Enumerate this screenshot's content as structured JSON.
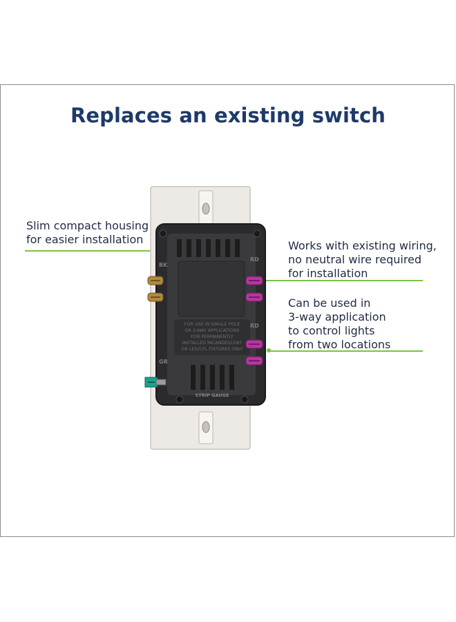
{
  "colors": {
    "title": "#1f3a68",
    "callout_text": "#1f2a44",
    "leader_line": "#7bc243",
    "frame_border": "#8a8a8a",
    "background": "#ffffff"
  },
  "title": "Replaces an existing switch",
  "callouts": [
    {
      "lines": [
        "Slim compact housing",
        "for easier installation"
      ]
    },
    {
      "lines": [
        "Works with existing wiring,",
        "no neutral wire required",
        "for installation"
      ]
    },
    {
      "lines": [
        "Can be used in",
        "3-way application",
        "to control lights",
        "from two locations"
      ]
    }
  ],
  "device_labels": {
    "strip_gauge": "STRIP GAUGE",
    "black_terminal": "BK",
    "red_terminal_top": "RD",
    "red_terminal_bottom": "RD",
    "ground_terminal": "GR",
    "warning_line1": "FOR USE IN SINGLE POLE",
    "warning_line2": "OR 3-WAY APPLICATIONS",
    "warning_line3": "FOR PERMANENTLY",
    "warning_line4": "INSTALLED INCANDESCENT",
    "warning_line5": "OR LED/CFL FIXTURES ONLY"
  },
  "icons": {
    "device": "smart-switch-device-image"
  }
}
